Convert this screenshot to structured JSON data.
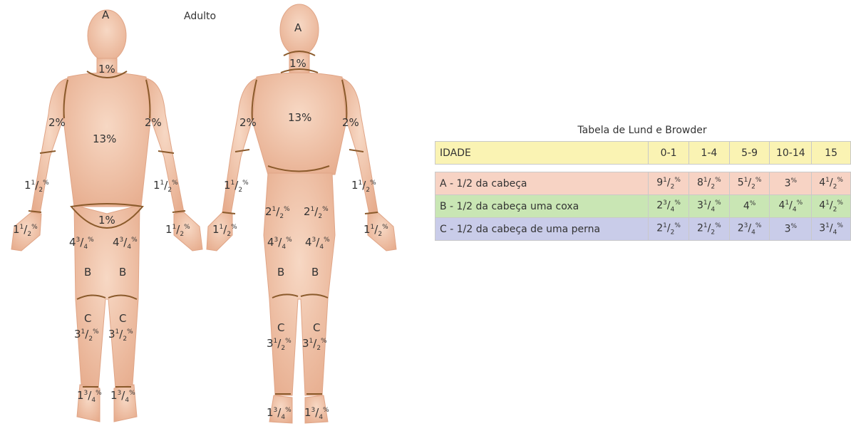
{
  "figure": {
    "title": "Adulto",
    "front": {
      "head": "A",
      "neck": "1%",
      "trunk": "13%",
      "upper_arm_left": "2%",
      "upper_arm_right": "2%",
      "forearm_left": {
        "whole": "1",
        "num": "1",
        "den": "2",
        "pct": "%"
      },
      "forearm_right": {
        "whole": "1",
        "num": "1",
        "den": "2",
        "pct": "%"
      },
      "hand_left": {
        "whole": "1",
        "num": "1",
        "den": "2",
        "pct": "%"
      },
      "hand_right": {
        "whole": "1",
        "num": "1",
        "den": "2",
        "pct": "%"
      },
      "genitals": "1%",
      "buttock_left": {
        "whole": "4",
        "num": "3",
        "den": "4",
        "pct": "%"
      },
      "buttock_right": {
        "whole": "4",
        "num": "3",
        "den": "4",
        "pct": "%"
      },
      "thigh_left": "B",
      "thigh_right": "B",
      "leg_left": "C",
      "leg_right": "C",
      "leg_left_pct": {
        "whole": "3",
        "num": "1",
        "den": "2",
        "pct": "%"
      },
      "leg_right_pct": {
        "whole": "3",
        "num": "1",
        "den": "2",
        "pct": "%"
      },
      "foot_left": {
        "whole": "1",
        "num": "3",
        "den": "4",
        "pct": "%"
      },
      "foot_right": {
        "whole": "1",
        "num": "3",
        "den": "4",
        "pct": "%"
      }
    },
    "back": {
      "head": "A",
      "neck": "1%",
      "trunk": "13%",
      "upper_arm_left": "2%",
      "upper_arm_right": "2%",
      "forearm_left": {
        "whole": "1",
        "num": "1",
        "den": "2",
        "pct": "%"
      },
      "forearm_right": {
        "whole": "1",
        "num": "1",
        "den": "2",
        "pct": "%"
      },
      "hand_left": {
        "whole": "1",
        "num": "1",
        "den": "2",
        "pct": "%"
      },
      "hand_right": {
        "whole": "1",
        "num": "1",
        "den": "2",
        "pct": "%"
      },
      "buttock_left": {
        "whole": "2",
        "num": "1",
        "den": "2",
        "pct": "%"
      },
      "buttock_right": {
        "whole": "2",
        "num": "1",
        "den": "2",
        "pct": "%"
      },
      "thigh_left_pct": {
        "whole": "4",
        "num": "3",
        "den": "4",
        "pct": "%"
      },
      "thigh_right_pct": {
        "whole": "4",
        "num": "3",
        "den": "4",
        "pct": "%"
      },
      "thigh_left": "B",
      "thigh_right": "B",
      "leg_left": "C",
      "leg_right": "C",
      "leg_left_pct": {
        "whole": "3",
        "num": "1",
        "den": "2",
        "pct": "%"
      },
      "leg_right_pct": {
        "whole": "3",
        "num": "1",
        "den": "2",
        "pct": "%"
      },
      "foot_left": {
        "whole": "1",
        "num": "3",
        "den": "4",
        "pct": "%"
      },
      "foot_right": {
        "whole": "1",
        "num": "3",
        "den": "4",
        "pct": "%"
      }
    },
    "colors": {
      "skin": "#f3c9b0",
      "skin_shade": "#e2a98a",
      "outline": "#8a5a2b"
    }
  },
  "table": {
    "title": "Tabela de Lund e Browder",
    "header": {
      "label": "IDADE",
      "cols": [
        "0-1",
        "1-4",
        "5-9",
        "10-14",
        "15"
      ]
    },
    "rows": [
      {
        "label": "A - 1/2 da cabeça",
        "cells": [
          {
            "whole": "9",
            "num": "1",
            "den": "2",
            "pct": "%"
          },
          {
            "whole": "8",
            "num": "1",
            "den": "2",
            "pct": "%"
          },
          {
            "whole": "5",
            "num": "1",
            "den": "2",
            "pct": "%"
          },
          {
            "whole": "3",
            "num": "",
            "den": "",
            "pct": "%"
          },
          {
            "whole": "4",
            "num": "1",
            "den": "2",
            "pct": "%"
          }
        ]
      },
      {
        "label": "B - 1/2 da cabeça uma coxa",
        "cells": [
          {
            "whole": "2",
            "num": "3",
            "den": "4",
            "pct": "%"
          },
          {
            "whole": "3",
            "num": "1",
            "den": "4",
            "pct": "%"
          },
          {
            "whole": "4",
            "num": "",
            "den": "",
            "pct": "%"
          },
          {
            "whole": "4",
            "num": "1",
            "den": "4",
            "pct": "%"
          },
          {
            "whole": "4",
            "num": "1",
            "den": "2",
            "pct": "%"
          }
        ]
      },
      {
        "label": "C - 1/2 da cabeça de uma perna",
        "cells": [
          {
            "whole": "2",
            "num": "1",
            "den": "2",
            "pct": "%"
          },
          {
            "whole": "2",
            "num": "1",
            "den": "2",
            "pct": "%"
          },
          {
            "whole": "2",
            "num": "3",
            "den": "4",
            "pct": "%"
          },
          {
            "whole": "3",
            "num": "",
            "den": "",
            "pct": "%"
          },
          {
            "whole": "3",
            "num": "1",
            "den": "4",
            "pct": "%"
          }
        ]
      }
    ],
    "colors": {
      "header": "#faf3b3",
      "row_a": "#f7d3c4",
      "row_b": "#c9e6b4",
      "row_c": "#c9cce9"
    }
  }
}
